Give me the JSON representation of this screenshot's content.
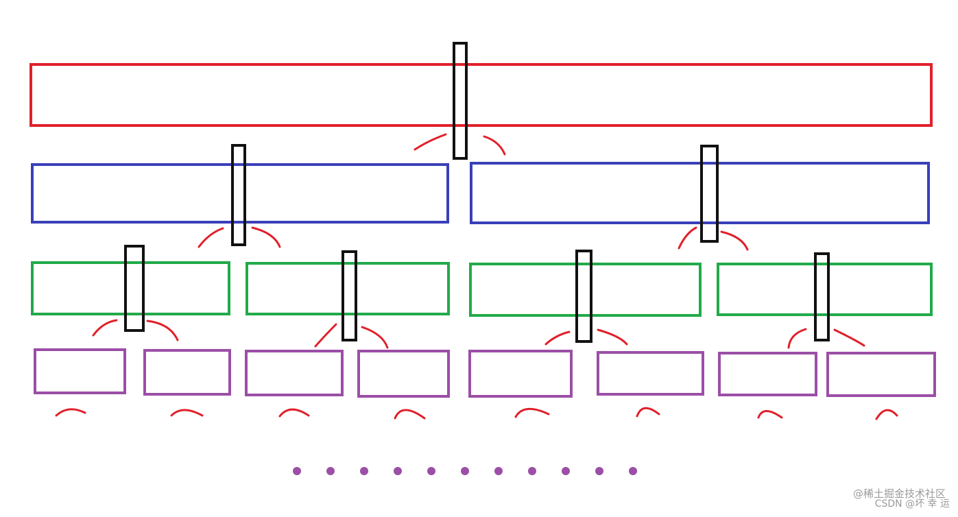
{
  "diagram": {
    "box_colors": {
      "level_1": "#e0202a",
      "level_2": "#3a40b8",
      "level_3": "#22aa4a",
      "level_4": "#9b4fa6",
      "divider": "#111111",
      "arrow": "#e0202a",
      "ellipsis_dots": "#9b4fa6"
    },
    "levels": [
      {
        "level": 1,
        "count": 1
      },
      {
        "level": 2,
        "count": 2
      },
      {
        "level": 3,
        "count": 4
      },
      {
        "level": 4,
        "count": 8
      }
    ],
    "ellipsis_dot_count": 11
  },
  "watermarks": {
    "line1": "@稀土掘金技术社区",
    "line2": "CSDN @坏 幸 运"
  }
}
